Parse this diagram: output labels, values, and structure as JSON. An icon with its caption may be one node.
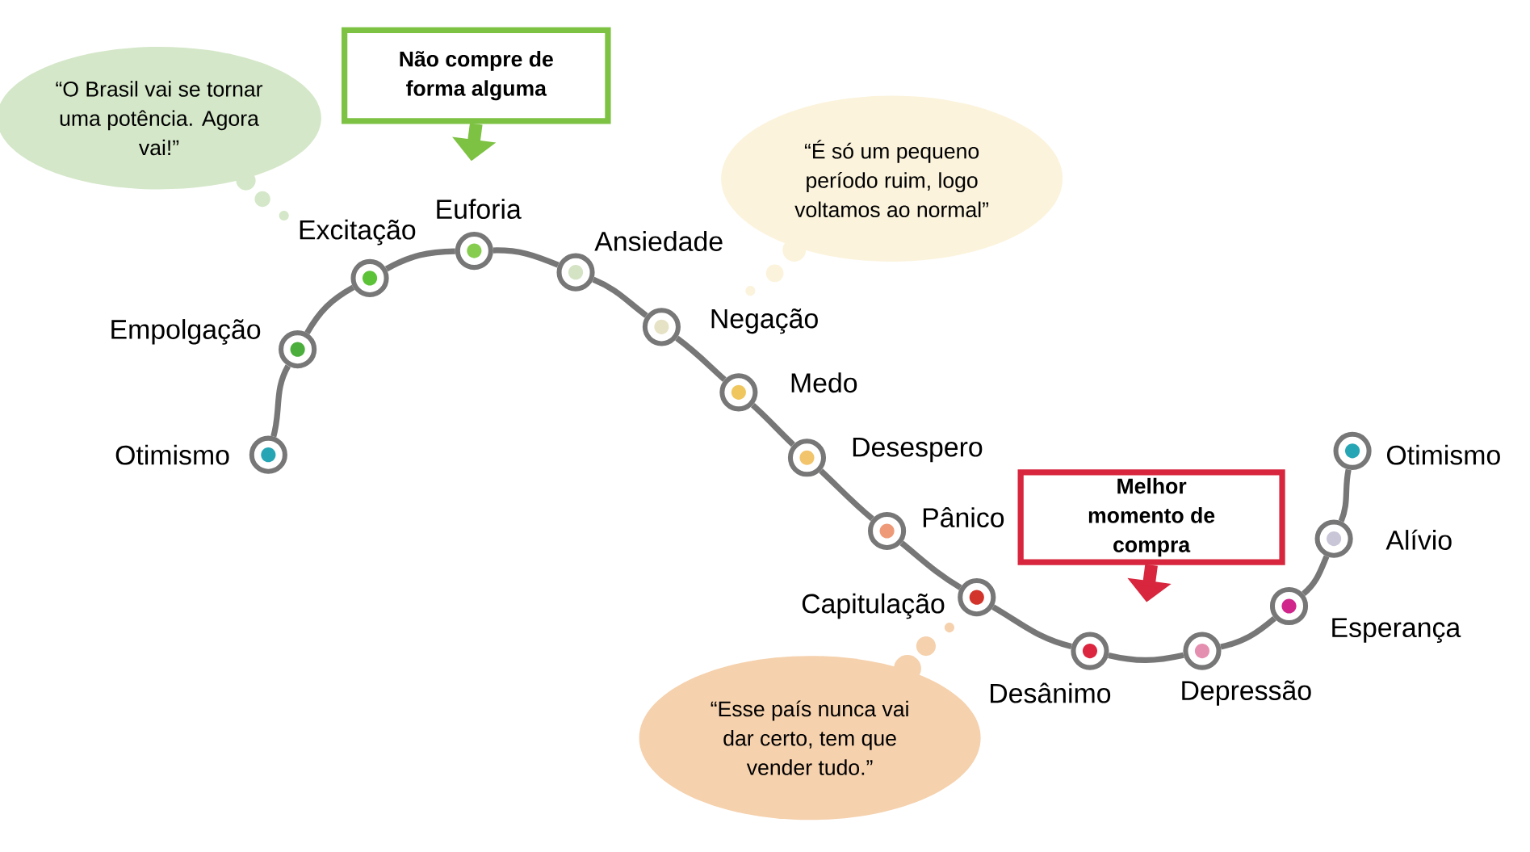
{
  "diagram": {
    "nodes": [
      {
        "text": [],
        "shape": "circle",
        "beside": [
          "Otimismo"
        ]
      },
      {
        "text": [],
        "shape": "circle",
        "beside": [
          "Empolgação"
        ]
      },
      {
        "text": [],
        "shape": "circle",
        "beside": [
          "Excitação"
        ]
      },
      {
        "text": [],
        "shape": "circle",
        "beside": [
          "Euforia"
        ]
      },
      {
        "text": [],
        "shape": "circle",
        "beside": [
          "Ansiedade"
        ]
      },
      {
        "text": [],
        "shape": "circle",
        "beside": [
          "Negação"
        ]
      },
      {
        "text": [],
        "shape": "circle",
        "beside": [
          "Medo"
        ]
      },
      {
        "text": [],
        "shape": "circle",
        "beside": [
          "Desespero"
        ]
      },
      {
        "text": [],
        "shape": "circle",
        "beside": [
          "Pânico"
        ]
      },
      {
        "text": [],
        "shape": "circle",
        "beside": [
          "Capitulação"
        ]
      },
      {
        "text": [],
        "shape": "circle",
        "beside": [
          "Desânimo"
        ]
      },
      {
        "text": [],
        "shape": "circle",
        "beside": [
          "Depressão"
        ]
      },
      {
        "text": [],
        "shape": "circle",
        "beside": [
          "Esperança"
        ]
      },
      {
        "text": [],
        "shape": "circle",
        "beside": [
          "Alívio"
        ]
      },
      {
        "text": [],
        "shape": "circle",
        "beside": [
          "Otimismo"
        ]
      },
      {
        "text": [
          "“O Brasil vai se tornar uma potência. Agora vai!”"
        ]
      },
      {
        "text": [
          "Não compre de forma alguma"
        ]
      },
      {
        "text": [
          "“É só um pequeno período ruim, logo voltamos ao normal”"
        ]
      },
      {
        "text": [
          "Melhor momento de compra"
        ]
      },
      {
        "text": [
          "“Esse país nunca vai dar certo, tem que vender tudo.”"
        ]
      }
    ],
    "edges": [
      {
        "from": 0,
        "to": 1,
        "arrow": "none"
      },
      {
        "from": 1,
        "to": 2,
        "arrow": "none"
      },
      {
        "from": 2,
        "to": 3,
        "arrow": "none"
      },
      {
        "from": 3,
        "to": 4,
        "arrow": "none"
      },
      {
        "from": 4,
        "to": 5,
        "arrow": "none"
      },
      {
        "from": 5,
        "to": 6,
        "arrow": "none"
      },
      {
        "from": 6,
        "to": 7,
        "arrow": "none"
      },
      {
        "from": 7,
        "to": 8,
        "arrow": "none"
      },
      {
        "from": 8,
        "to": 9,
        "arrow": "none"
      },
      {
        "from": 9,
        "to": 10,
        "arrow": "none"
      },
      {
        "from": 10,
        "to": 11,
        "arrow": "none"
      },
      {
        "from": 11,
        "to": 12,
        "arrow": "none"
      },
      {
        "from": 12,
        "to": 13,
        "arrow": "none"
      },
      {
        "from": 13,
        "to": 14,
        "arrow": "none"
      },
      {
        "from": 16,
        "to": null,
        "arrow": "to",
        "style": "thick",
        "color": "#7dc243"
      },
      {
        "from": 18,
        "to": null,
        "arrow": "to",
        "style": "thick",
        "color": "#d7263d"
      }
    ]
  }
}
